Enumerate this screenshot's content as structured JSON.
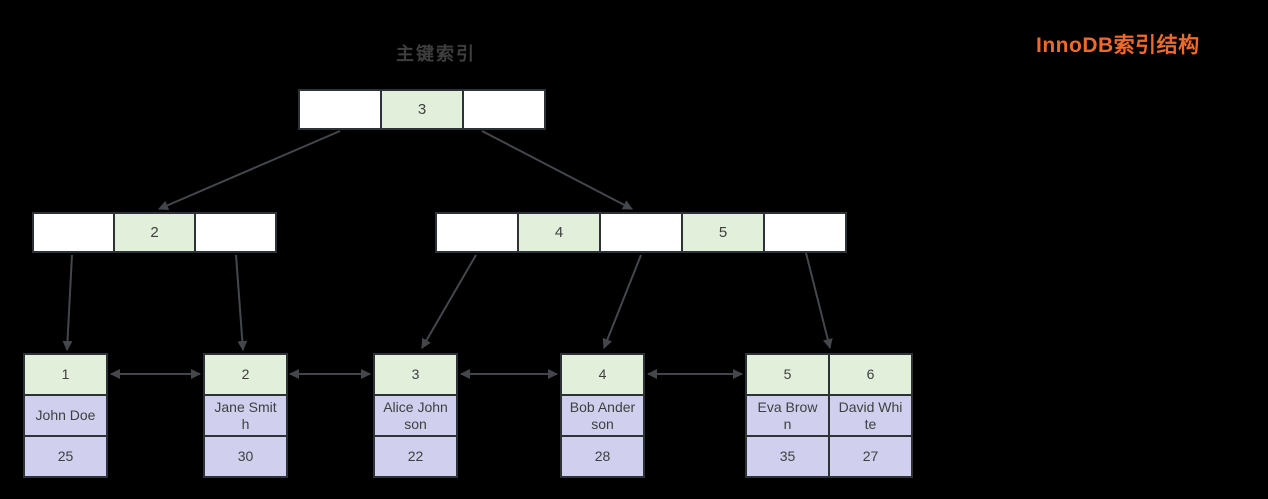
{
  "titles": {
    "diagram_title": "主键索引",
    "corner_title": "InnoDB索引结构"
  },
  "colors": {
    "background": "#000000",
    "key_cell_green": "#e2efda",
    "record_cell_lavender": "#d0d0ee",
    "pointer_cell_white": "#ffffff",
    "border": "#2d3237",
    "arrow": "#43474c",
    "diagram_title_gray": "#3e3e3e",
    "corner_title_orange": "#ed6a2c"
  },
  "tree": {
    "root": {
      "cells": [
        "",
        "3",
        ""
      ]
    },
    "internal": [
      {
        "cells": [
          "",
          "2",
          ""
        ]
      },
      {
        "cells": [
          "",
          "4",
          "",
          "5",
          ""
        ]
      }
    ],
    "leaves": [
      {
        "columns": [
          {
            "key": "1",
            "name": "John Doe",
            "age": "25"
          }
        ]
      },
      {
        "columns": [
          {
            "key": "2",
            "name": "Jane Smith",
            "age": "30"
          }
        ]
      },
      {
        "columns": [
          {
            "key": "3",
            "name": "Alice Johnson",
            "age": "22"
          }
        ]
      },
      {
        "columns": [
          {
            "key": "4",
            "name": "Bob Anderson",
            "age": "28"
          }
        ]
      },
      {
        "columns": [
          {
            "key": "5",
            "name": "Eva Brown",
            "age": "35"
          },
          {
            "key": "6",
            "name": "David White",
            "age": "27"
          }
        ]
      }
    ]
  }
}
